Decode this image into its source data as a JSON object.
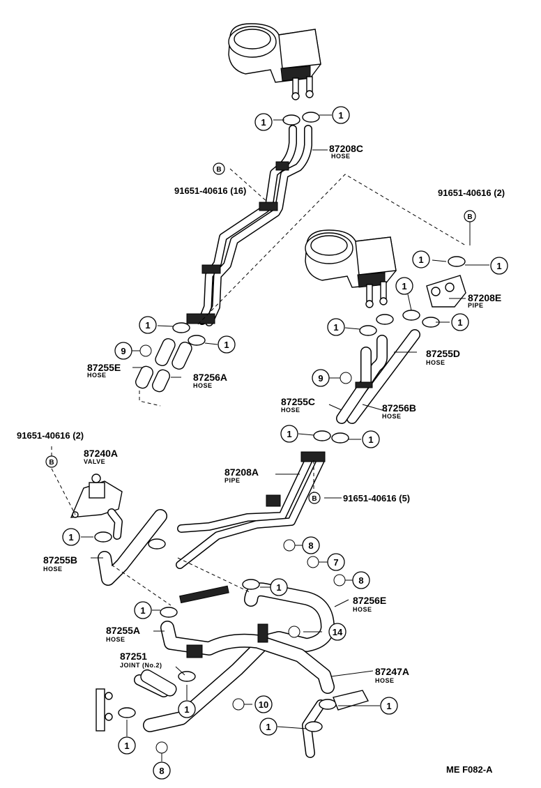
{
  "diagram_code": "ME F082-A",
  "parts": [
    {
      "id": "p-87208C",
      "number": "87208C",
      "type": "HOSE"
    },
    {
      "id": "p-87208E",
      "number": "87208E",
      "type": "PIPE"
    },
    {
      "id": "p-87255D",
      "number": "87255D",
      "type": "HOSE"
    },
    {
      "id": "p-87255E",
      "number": "87255E",
      "type": "HOSE"
    },
    {
      "id": "p-87256A",
      "number": "87256A",
      "type": "HOSE"
    },
    {
      "id": "p-87255C",
      "number": "87255C",
      "type": "HOSE"
    },
    {
      "id": "p-87256B",
      "number": "87256B",
      "type": "HOSE"
    },
    {
      "id": "p-87240A",
      "number": "87240A",
      "type": "VALVE"
    },
    {
      "id": "p-87208A",
      "number": "87208A",
      "type": "PIPE"
    },
    {
      "id": "p-87255B",
      "number": "87255B",
      "type": "HOSE"
    },
    {
      "id": "p-87256E",
      "number": "87256E",
      "type": "HOSE"
    },
    {
      "id": "p-87255A",
      "number": "87255A",
      "type": "HOSE"
    },
    {
      "id": "p-87251",
      "number": "87251",
      "type": "JOINT (No.2)"
    },
    {
      "id": "p-87247A",
      "number": "87247A",
      "type": "HOSE"
    }
  ],
  "bolt_refs": [
    {
      "id": "b1",
      "number": "91651-40616 (16)",
      "marker": "B"
    },
    {
      "id": "b2",
      "number": "91651-40616 (2)",
      "marker": "B"
    },
    {
      "id": "b3",
      "number": "91651-40616 (2)",
      "marker": "B"
    },
    {
      "id": "b4",
      "number": "91651-40616 (5)",
      "marker": "B"
    }
  ],
  "callouts": [
    {
      "id": "c01",
      "label": "1"
    },
    {
      "id": "c02",
      "label": "1"
    },
    {
      "id": "c03",
      "label": "1"
    },
    {
      "id": "c04",
      "label": "1"
    },
    {
      "id": "c05",
      "label": "1"
    },
    {
      "id": "c06",
      "label": "1"
    },
    {
      "id": "c07",
      "label": "1"
    },
    {
      "id": "c08",
      "label": "1"
    },
    {
      "id": "c09",
      "label": "1"
    },
    {
      "id": "c10",
      "label": "1"
    },
    {
      "id": "c11",
      "label": "1"
    },
    {
      "id": "c12",
      "label": "1"
    },
    {
      "id": "c13",
      "label": "1"
    },
    {
      "id": "c14",
      "label": "1"
    },
    {
      "id": "c15",
      "label": "1"
    },
    {
      "id": "c16",
      "label": "1"
    },
    {
      "id": "c17",
      "label": "1"
    },
    {
      "id": "c18",
      "label": "1"
    },
    {
      "id": "c19",
      "label": "9"
    },
    {
      "id": "c20",
      "label": "9"
    },
    {
      "id": "c21",
      "label": "8"
    },
    {
      "id": "c22",
      "label": "7"
    },
    {
      "id": "c23",
      "label": "8"
    },
    {
      "id": "c24",
      "label": "14"
    },
    {
      "id": "c25",
      "label": "10"
    },
    {
      "id": "c26",
      "label": "8"
    }
  ]
}
